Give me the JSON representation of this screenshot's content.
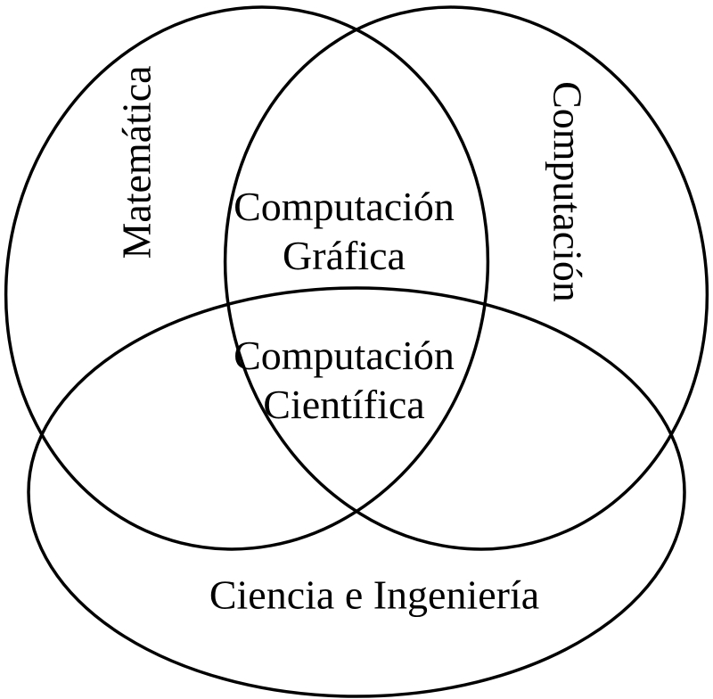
{
  "venn": {
    "background_color": "#ffffff",
    "line_color": "#000000",
    "text_color": "#000000",
    "sets": {
      "matematica": {
        "label": "Matemática"
      },
      "computacion": {
        "label": "Computación"
      },
      "ciencia_e_ingenieria": {
        "label": "Ciencia e Ingeniería"
      }
    },
    "overlaps": {
      "computacion_grafica": {
        "line1": "Computación",
        "line2": "Gráfica",
        "between": [
          "Matemática",
          "Computación"
        ]
      },
      "computacion_cientifica": {
        "line1": "Computación",
        "line2": "Científica",
        "between": [
          "Matemática",
          "Computación",
          "Ciencia e Ingeniería"
        ]
      }
    }
  }
}
